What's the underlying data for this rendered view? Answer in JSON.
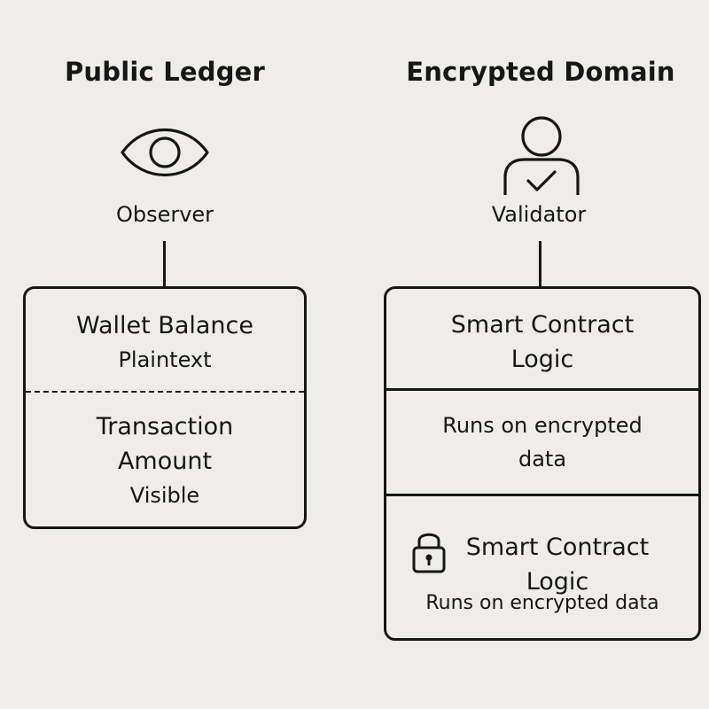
{
  "left": {
    "title": "Public Ledger",
    "icon": "eye-icon",
    "role": "Observer",
    "box": {
      "top": {
        "heading": "Wallet Balance",
        "sub": "Plaintext"
      },
      "bottom": {
        "heading_line1": "Transaction",
        "heading_line2": "Amount",
        "sub": "Visible"
      }
    }
  },
  "right": {
    "title": "Encrypted Domain",
    "icon": "validator-person-check-icon",
    "role": "Validator",
    "box": {
      "top": {
        "heading_line1": "Smart Contract",
        "heading_line2": "Logic"
      },
      "middle": {
        "line1": "Runs on encrypted",
        "line2": "data"
      },
      "bottom": {
        "icon": "padlock-icon",
        "heading_line1": "Smart Contract",
        "heading_line2": "Logic",
        "sub": "Runs on encrypted data"
      }
    }
  }
}
